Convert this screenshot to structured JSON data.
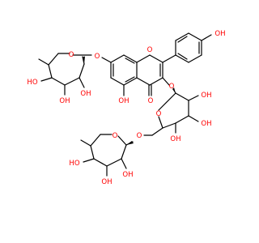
{
  "colors": {
    "background": "#ffffff",
    "bond": "#000000",
    "oxygen": "#ff0000"
  },
  "labels": {
    "oh": "OH",
    "ho": "HO",
    "o": "O"
  }
}
